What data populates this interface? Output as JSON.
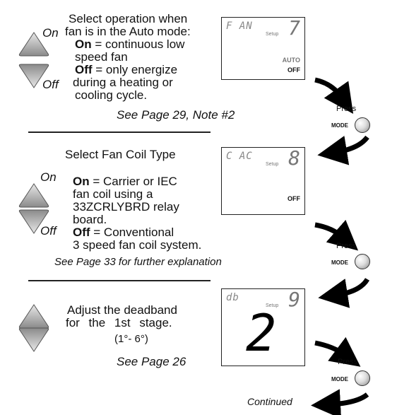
{
  "section1": {
    "on_label": "On",
    "off_label": "Off",
    "lines": [
      "Select operation when",
      "fan is in the Auto mode:"
    ],
    "on_term": "On",
    "on_text": " = continuous low",
    "on_cont": "speed fan",
    "off_term": "Off",
    "off_text": " = only energize",
    "off_cont1": "during a heating or",
    "off_cont2": "cooling cycle.",
    "note": "See Page 29, Note #2",
    "display": {
      "code": "F AN",
      "step": "7",
      "setup": "Setup",
      "status1": "AUTO",
      "status2": "OFF"
    },
    "press": "Press",
    "mode": "MODE"
  },
  "section2": {
    "title": "Select Fan Coil Type",
    "on_label": "On",
    "off_label": "Off",
    "on_term": "On",
    "on_text": " = Carrier or IEC",
    "on_cont1": "fan coil using a",
    "on_cont2": "33ZCRLYBRD relay",
    "on_cont3": "board.",
    "off_term": "Off",
    "off_text": " = Conventional",
    "off_cont": "3 speed fan coil system.",
    "note": "See Page 33 for further explanation",
    "display": {
      "code": "C AC",
      "step": "8",
      "setup": "Setup",
      "status": "OFF"
    },
    "press": "Press",
    "mode": "MODE"
  },
  "section3": {
    "line1": "Adjust the deadband",
    "line2": "for the 1st stage.",
    "range": "(1°- 6°)",
    "note": "See Page 26",
    "display": {
      "code": "db",
      "step": "9",
      "setup": "Setup",
      "value": "2"
    },
    "press": "Press",
    "mode": "MODE"
  },
  "footer": {
    "continued": "Continued"
  }
}
